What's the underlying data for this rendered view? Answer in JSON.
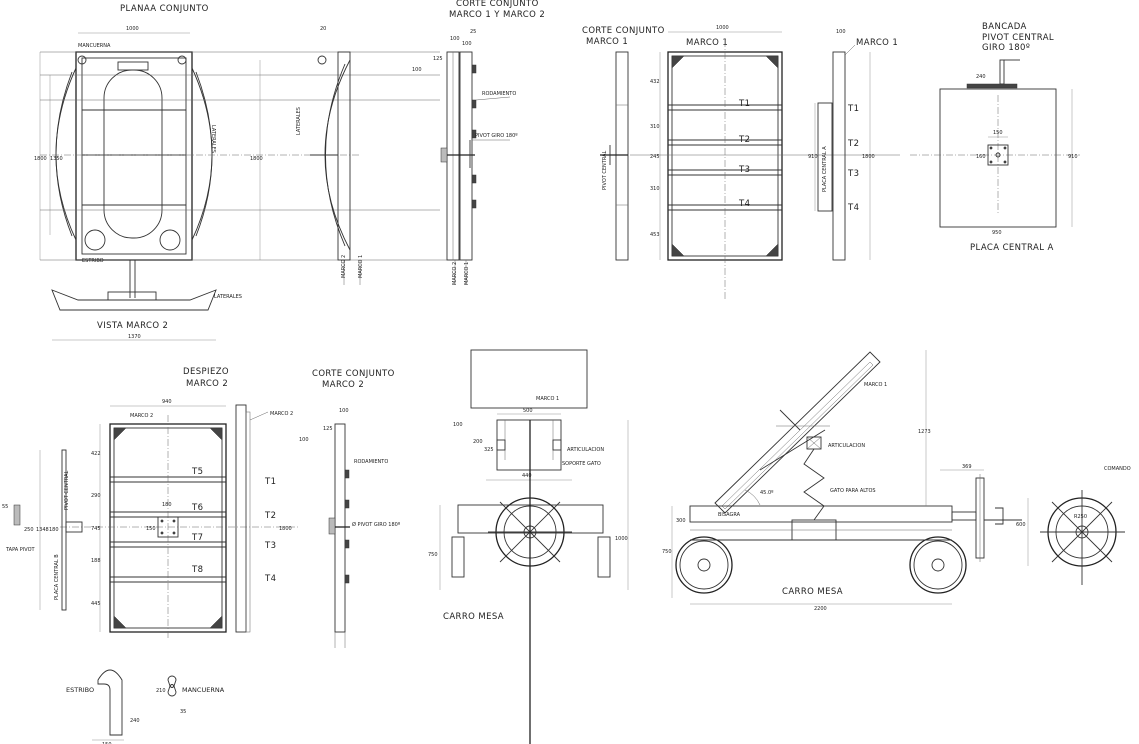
{
  "labels": {
    "planta_conjunto": "PLANAA CONJUNTO",
    "corte_conjunto_m1m2_a": "CORTE CONJUNTO",
    "corte_conjunto_m1m2_b": "MARCO 1 Y MARCO 2",
    "corte_conjunto_m1_a": "CORTE CONJUNTO",
    "corte_conjunto_m1_b": "MARCO 1",
    "marco1_front": "MARCO 1",
    "marco1_side": "MARCO 1",
    "bancada_a": "BANCADA",
    "bancada_b": "PIVOT CENTRAL",
    "bancada_c": "GIRO 180º",
    "placa_central_a": "PLACA CENTRAL  A",
    "vista_marco2": "VISTA  MARCO  2",
    "despiezo_a": "DESPIEZO",
    "despiezo_b": "MARCO  2",
    "corte_conjunto_m2_a": "CORTE CONJUNTO",
    "corte_conjunto_m2_b": "MARCO 2",
    "carro_mesa_left": "CARRO MESA",
    "carro_mesa_right": "CARRO MESA",
    "estribo": "ESTRIBO",
    "mancuerna": "MANCUERNA",
    "t1": "T1",
    "t2": "T2",
    "t3": "T3",
    "t4": "T4",
    "t5": "T5",
    "t6": "T6",
    "t7": "T7",
    "t8": "T8",
    "t1s": "T1",
    "t2s": "T2",
    "t3s": "T3",
    "t4s": "T4",
    "t1m": "T1",
    "t2m": "T2",
    "t3m": "T3",
    "t4m": "T4"
  },
  "small": {
    "mancuerna": "MANCUERNA",
    "estribo": "ESTRIBO",
    "laterales1": "LATERALES",
    "laterales2": "LATERALES",
    "laterales3": "LATERALES",
    "rodamiento1": "RODAMIENTO",
    "pivot_giro": "PIVOT GIRO 180º",
    "pivot_central": "PIVOT CENTRAL",
    "placa_central_a_v": "PLACA CENTRAL A",
    "marco2_a": "MARCO 2",
    "marco1_a": "MARCO 1",
    "marco2_b": "MARCO 2",
    "marco1_b": "MARCO 1",
    "marco2_c": "MARCO 2",
    "marco2_d": "MARCO 2",
    "rodamiento2": "RODAMIENTO",
    "pivot_giro2": "Ø PIVOT GIRO 180º",
    "placa_central_b_v": "PLACA CENTRAL B",
    "tapa_pivot": "TAPA PIVOT",
    "articulacion1": "ARTICULACION",
    "soporte_gato": "SOPORTE GATO",
    "marco1_c": "MARCO 1",
    "articulacion2": "ARTICULACION",
    "gato": "GATO PARA ALTOS",
    "bisagra": "BISAGRA",
    "comando": "COMANDO",
    "marco1_d": "MARCO 1",
    "angle": "45.0º"
  },
  "dims": {
    "d1000a": "1000",
    "d20": "20",
    "d1800a": "1800",
    "d1350": "1350",
    "d1800b": "1800",
    "d1370": "1370",
    "d25": "25",
    "d100a": "100",
    "d100b": "100",
    "d125a": "125",
    "d100c": "100",
    "d1000b": "1000",
    "d432": "432",
    "d310a": "310",
    "d245a": "245",
    "d310b": "310",
    "d453": "453",
    "d100d": "100",
    "d910a": "910",
    "d1800c": "1800",
    "d240a": "240",
    "d150a": "150",
    "d160": "160",
    "d910b": "910",
    "d950": "950",
    "d940": "940",
    "d422": "422",
    "d290": "290",
    "d745": "745",
    "d188": "188",
    "d445": "445",
    "d150b": "150",
    "d180": "180",
    "d55": "55",
    "d250": "250",
    "d1348": "1348",
    "d180b": "180",
    "d100e": "100",
    "d125b": "125",
    "d100f": "100",
    "d1800d": "1800",
    "d210": "210",
    "d240b": "240",
    "d35": "35",
    "d150c": "150",
    "d100g": "100",
    "d500": "500",
    "d200": "200",
    "d325": "325",
    "d440": "440",
    "d750a": "750",
    "d1000c": "1000",
    "d750b": "750",
    "d300": "300",
    "d1273": "1273",
    "d369": "369",
    "d600": "600",
    "d2200": "2200",
    "dR250": "R250"
  }
}
